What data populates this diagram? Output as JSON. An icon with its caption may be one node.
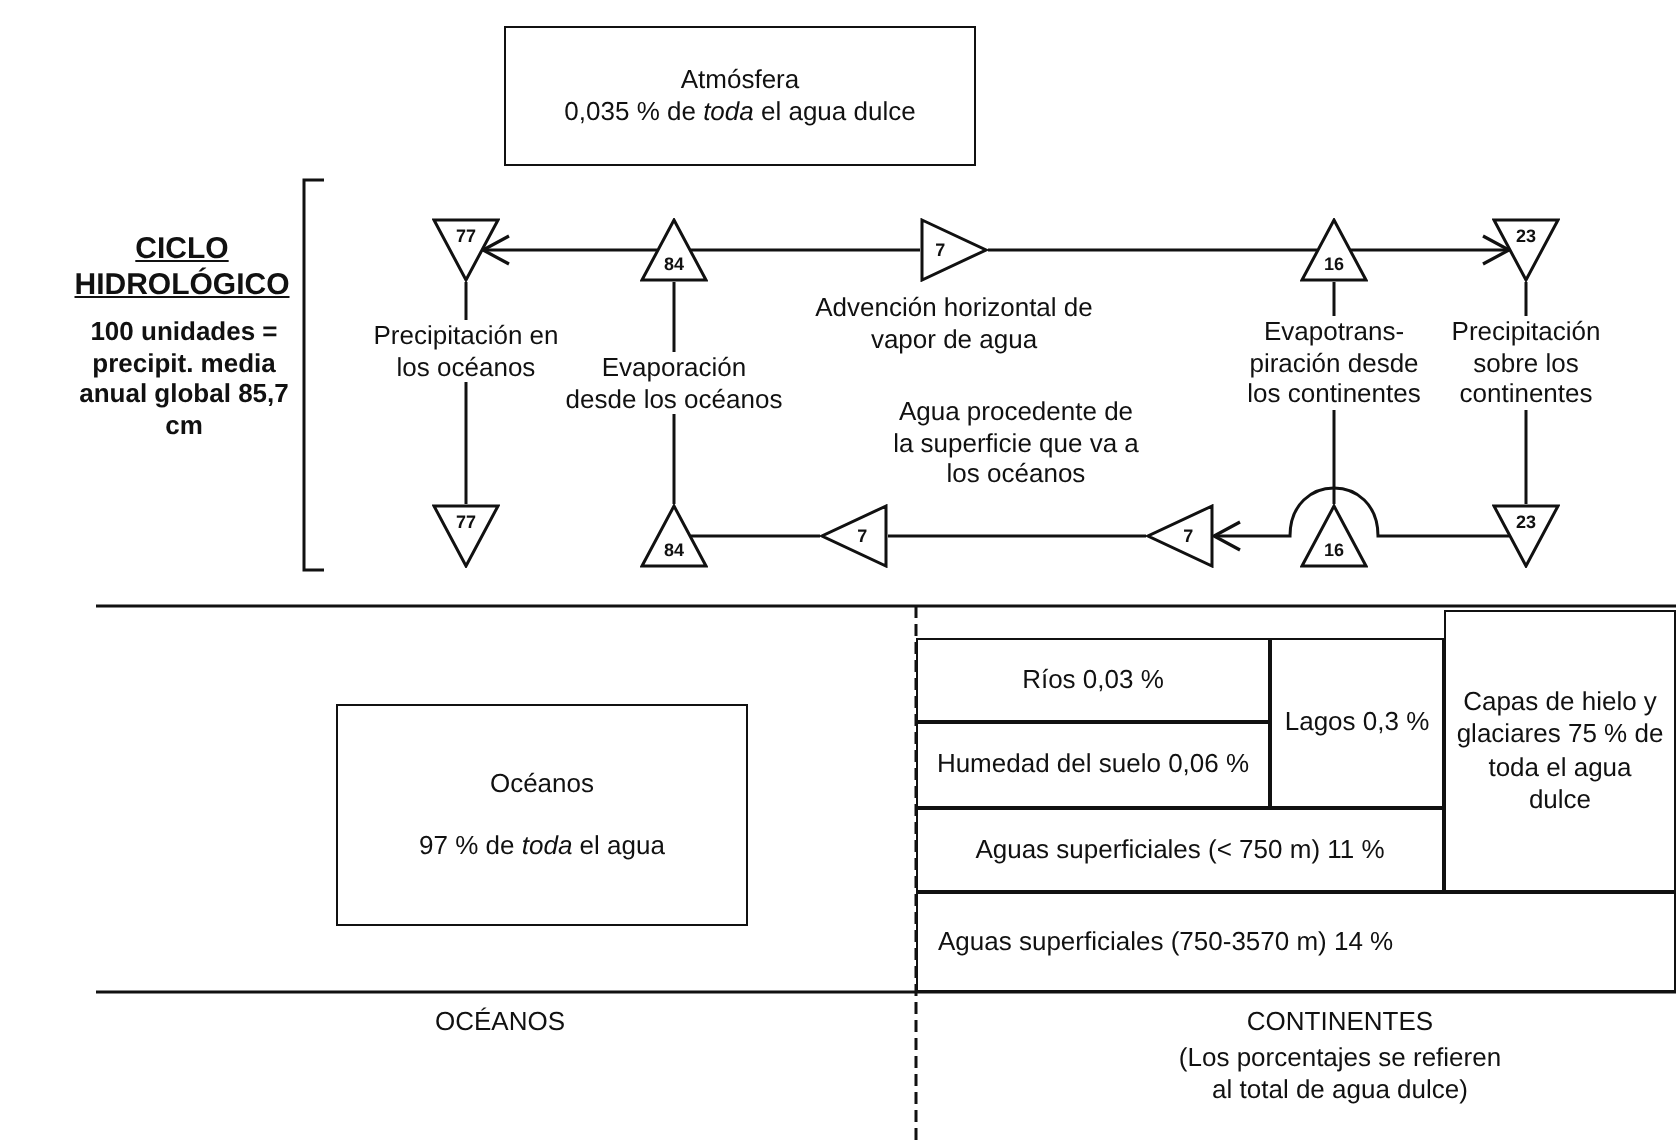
{
  "diagram": {
    "nodes": [
      {
        "text": [
          "Atmósfera",
          "0,035 % de *toda* el agua dulce"
        ]
      },
      {
        "text": [
          "77"
        ]
      },
      {
        "text": [
          "84"
        ]
      },
      {
        "text": [
          "7"
        ],
        "beside": [
          "Advención horizontal de vapor de agua"
        ]
      },
      {
        "text": [
          "16"
        ]
      },
      {
        "text": [
          "23"
        ]
      },
      {
        "text": [
          "77"
        ]
      },
      {
        "text": [
          "84"
        ]
      },
      {
        "text": [
          "7"
        ]
      },
      {
        "text": [
          "7"
        ]
      },
      {
        "text": [
          "16"
        ]
      },
      {
        "text": [
          "23"
        ]
      },
      {
        "text": [
          "Océanos",
          "97 % de *toda* el agua"
        ]
      },
      {
        "text": [
          "Ríos 0,03 %"
        ]
      },
      {
        "text": [
          "Lagos 0,3 %"
        ]
      },
      {
        "text": [
          "Capas de hielo y glaciares 75 % de toda el agua dulce"
        ]
      },
      {
        "text": [
          "Humedad del suelo 0,06 %"
        ]
      },
      {
        "text": [
          "Aguas superficiales (< 750 m) 11 %"
        ]
      },
      {
        "text": [
          "Aguas superficiales (750-3570 m) 14 %"
        ]
      }
    ],
    "edges": [
      {
        "from": 2,
        "to": 1,
        "arrow": "to"
      },
      {
        "from": 2,
        "to": 3,
        "arrow": "none"
      },
      {
        "from": 3,
        "to": 4,
        "arrow": "none"
      },
      {
        "from": 4,
        "to": 5,
        "arrow": "to"
      },
      {
        "from": 1,
        "to": 6,
        "arrow": "none",
        "label": "Precipitación en los océanos"
      },
      {
        "from": 2,
        "to": 7,
        "arrow": "none",
        "label": "Evaporación desde los océanos"
      },
      {
        "from": 4,
        "to": 10,
        "arrow": "none",
        "label": "Evapotrans- piración desde los continentes"
      },
      {
        "from": 5,
        "to": 11,
        "arrow": "none",
        "label": "Precipitación sobre los continentes"
      },
      {
        "from": 11,
        "to": 9,
        "arrow": "to"
      },
      {
        "from": 9,
        "to": 8,
        "arrow": "none",
        "label": "Agua procedente de la superficie que va a los océanos"
      },
      {
        "from": 8,
        "to": 7,
        "arrow": "none"
      }
    ],
    "labels": [
      "CICLO HIDROLÓGICO",
      "100 unidades = precipit. media anual global 85,7 cm",
      "OCÉANOS",
      "CONTINENTES",
      "(Los porcentajes se refieren al total de agua dulce)"
    ]
  }
}
